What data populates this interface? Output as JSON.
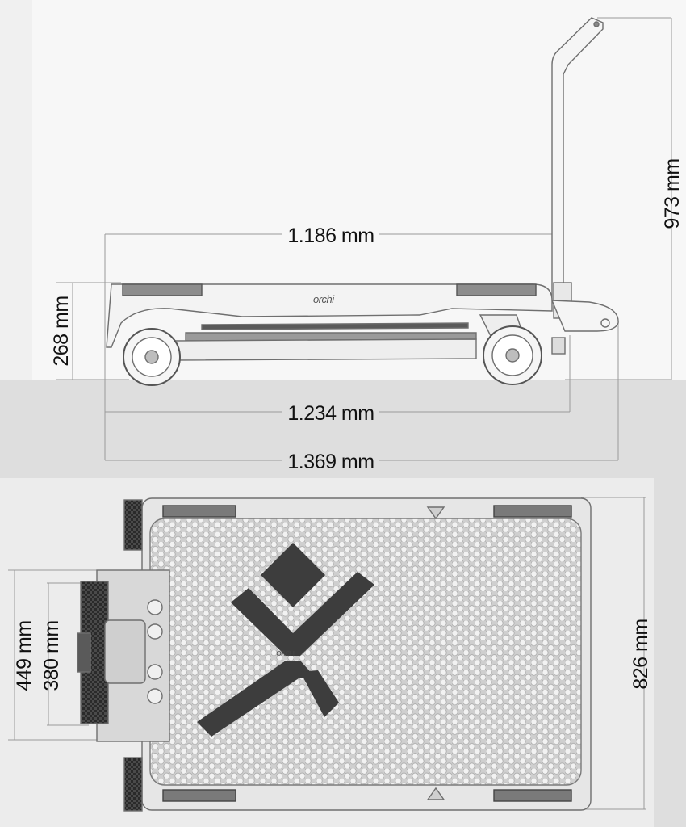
{
  "dimensions": {
    "overall_length": "1.186 mm",
    "wheelbase_length": "1.234 mm",
    "total_length": "1.369 mm",
    "handle_height": "973 mm",
    "deck_height": "268 mm",
    "handle_outer_width": "449 mm",
    "handle_inner_width": "380 mm",
    "total_width": "826 mm"
  },
  "labels": {
    "brand_side": "orchi",
    "brand_deck": "ORCHI"
  },
  "colors": {
    "background_top": "#f0f0f0",
    "background_bottom": "#dedede",
    "line": "#8a8a8a",
    "dark_line": "#3a3a3a",
    "logo": "#3d3d3d",
    "deck_pattern": "#bdbdbd"
  }
}
